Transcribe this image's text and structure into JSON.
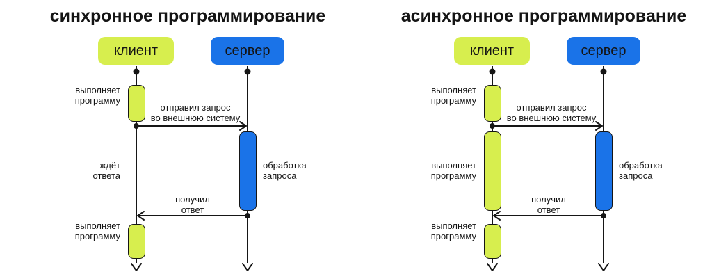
{
  "colors": {
    "background": "#ffffff",
    "client": "#d7ee4e",
    "server": "#1a73e8",
    "stroke": "#161616",
    "text": "#141414"
  },
  "diagrams": [
    {
      "title": "синхронное программирование",
      "actors": {
        "client": "клиент",
        "server": "сервер"
      },
      "labels": {
        "client_top": "выполняет\nпрограмму",
        "request": "отправил запрос\nво внешнюю систему",
        "client_mid": "ждёт\nответа",
        "server_processing": "обработка\nзапроса",
        "response": "получил\nответ",
        "client_bottom": "выполняет\nпрограмму"
      }
    },
    {
      "title": "асинхронное программирование",
      "actors": {
        "client": "клиент",
        "server": "сервер"
      },
      "labels": {
        "client_top": "выполняет\nпрограмму",
        "request": "отправил запрос\nво внешнюю систему",
        "client_mid": "выполняет\nпрограмму",
        "server_processing": "обработка\nзапроса",
        "response": "получил\nответ",
        "client_bottom": "выполняет\nпрограмму"
      }
    }
  ]
}
